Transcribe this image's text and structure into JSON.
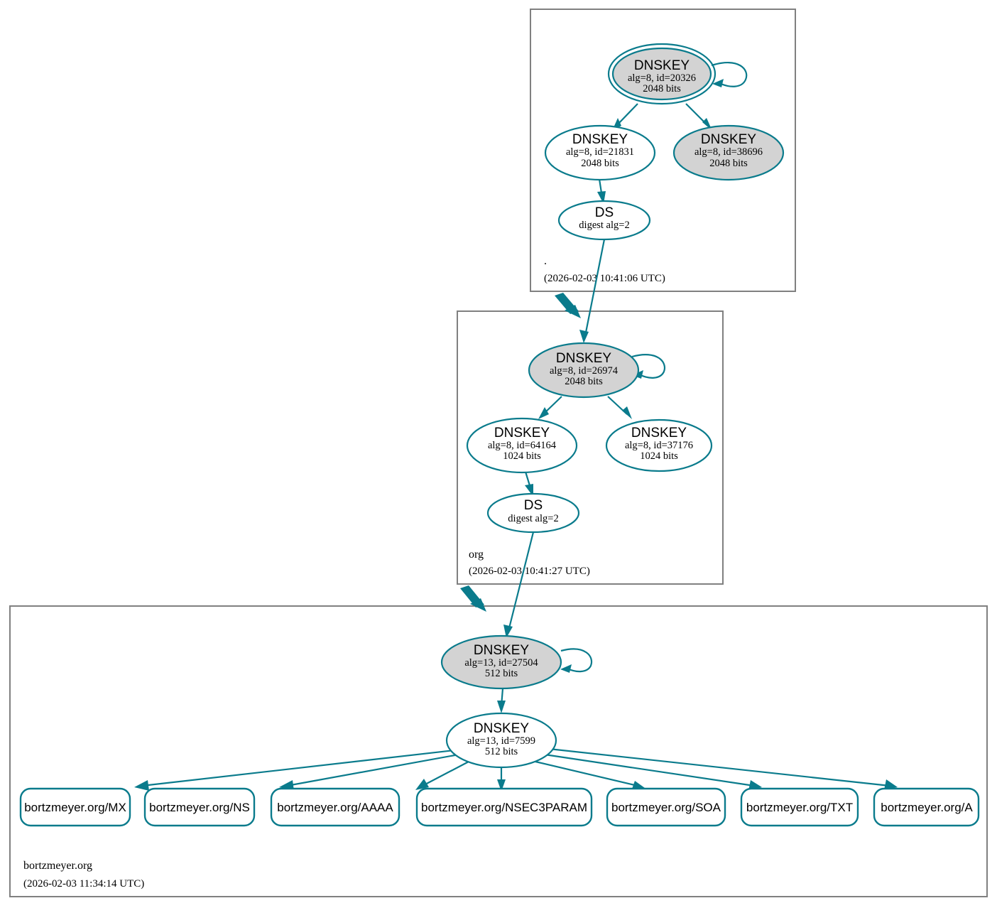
{
  "diagram": {
    "type": "dnssec-authentication-chain",
    "title": "DNSSEC authentication chain for bortzmeyer.org",
    "colors": {
      "edge": "#0a7b8c",
      "node_stroke": "#0a7b8c",
      "secure_key_fill": "#d3d3d3",
      "plain_fill": "#ffffff",
      "zone_border": "#808080",
      "background": "#ffffff"
    }
  },
  "zones": [
    {
      "id": "root",
      "name": ".",
      "timestamp": "(2026-02-03 10:41:06 UTC)",
      "nodes": [
        {
          "id": "root-ksk",
          "kind": "DNSKEY",
          "trust_anchor": true,
          "shaded": true,
          "title": "DNSKEY",
          "line2": "alg=8, id=20326",
          "line3": "2048 bits",
          "alg": 8,
          "key_id": 20326,
          "bits": 2048
        },
        {
          "id": "root-zsk-21831",
          "kind": "DNSKEY",
          "trust_anchor": false,
          "shaded": false,
          "title": "DNSKEY",
          "line2": "alg=8, id=21831",
          "line3": "2048 bits",
          "alg": 8,
          "key_id": 21831,
          "bits": 2048
        },
        {
          "id": "root-zsk-38696",
          "kind": "DNSKEY",
          "trust_anchor": false,
          "shaded": true,
          "title": "DNSKEY",
          "line2": "alg=8, id=38696",
          "line3": "2048 bits",
          "alg": 8,
          "key_id": 38696,
          "bits": 2048
        },
        {
          "id": "root-ds",
          "kind": "DS",
          "trust_anchor": false,
          "shaded": false,
          "title": "DS",
          "line2": "digest alg=2",
          "line3": "",
          "digest_alg": 2
        }
      ]
    },
    {
      "id": "org",
      "name": "org",
      "timestamp": "(2026-02-03 10:41:27 UTC)",
      "nodes": [
        {
          "id": "org-ksk",
          "kind": "DNSKEY",
          "trust_anchor": false,
          "shaded": true,
          "title": "DNSKEY",
          "line2": "alg=8, id=26974",
          "line3": "2048 bits",
          "alg": 8,
          "key_id": 26974,
          "bits": 2048
        },
        {
          "id": "org-zsk-64164",
          "kind": "DNSKEY",
          "trust_anchor": false,
          "shaded": false,
          "title": "DNSKEY",
          "line2": "alg=8, id=64164",
          "line3": "1024 bits",
          "alg": 8,
          "key_id": 64164,
          "bits": 1024
        },
        {
          "id": "org-zsk-37176",
          "kind": "DNSKEY",
          "trust_anchor": false,
          "shaded": false,
          "title": "DNSKEY",
          "line2": "alg=8, id=37176",
          "line3": "1024 bits",
          "alg": 8,
          "key_id": 37176,
          "bits": 1024
        },
        {
          "id": "org-ds",
          "kind": "DS",
          "trust_anchor": false,
          "shaded": false,
          "title": "DS",
          "line2": "digest alg=2",
          "line3": "",
          "digest_alg": 2
        }
      ]
    },
    {
      "id": "bortzmeyer",
      "name": "bortzmeyer.org",
      "timestamp": "(2026-02-03 11:34:14 UTC)",
      "nodes": [
        {
          "id": "bz-ksk",
          "kind": "DNSKEY",
          "trust_anchor": false,
          "shaded": true,
          "title": "DNSKEY",
          "line2": "alg=13, id=27504",
          "line3": "512 bits",
          "alg": 13,
          "key_id": 27504,
          "bits": 512
        },
        {
          "id": "bz-zsk",
          "kind": "DNSKEY",
          "trust_anchor": false,
          "shaded": false,
          "title": "DNSKEY",
          "line2": "alg=13, id=7599",
          "line3": "512 bits",
          "alg": 13,
          "key_id": 7599,
          "bits": 512
        }
      ],
      "rrsets": [
        {
          "id": "rr-mx",
          "label": "bortzmeyer.org/MX"
        },
        {
          "id": "rr-ns",
          "label": "bortzmeyer.org/NS"
        },
        {
          "id": "rr-aaaa",
          "label": "bortzmeyer.org/AAAA"
        },
        {
          "id": "rr-nsec3param",
          "label": "bortzmeyer.org/NSEC3PARAM"
        },
        {
          "id": "rr-soa",
          "label": "bortzmeyer.org/SOA"
        },
        {
          "id": "rr-txt",
          "label": "bortzmeyer.org/TXT"
        },
        {
          "id": "rr-a",
          "label": "bortzmeyer.org/A"
        }
      ]
    }
  ]
}
